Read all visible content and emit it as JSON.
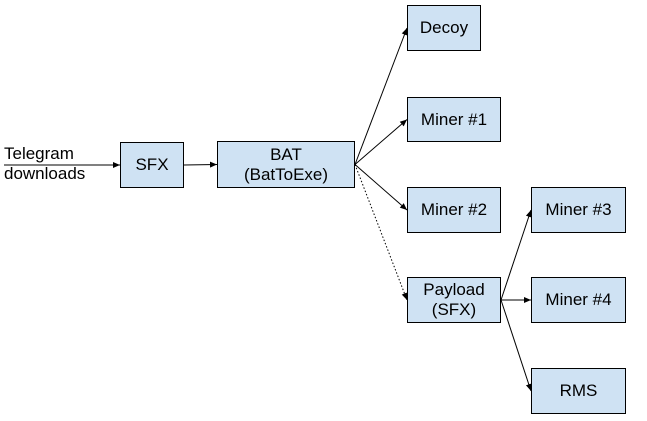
{
  "source_label": [
    "Telegram",
    "downloads"
  ],
  "colors": {
    "node_fill": "#cfe2f3",
    "stroke": "#000000"
  },
  "nodes": {
    "sfx": [
      "SFX"
    ],
    "bat": [
      "BAT",
      "(BatToExe)"
    ],
    "decoy": [
      "Decoy"
    ],
    "miner1": [
      "Miner #1"
    ],
    "miner2": [
      "Miner #2"
    ],
    "payload": [
      "Payload",
      "(SFX)"
    ],
    "miner3": [
      "Miner #3"
    ],
    "miner4": [
      "Miner #4"
    ],
    "rms": [
      "RMS"
    ]
  },
  "edges": [
    {
      "from": "source",
      "to": "sfx",
      "style": "solid"
    },
    {
      "from": "sfx",
      "to": "bat",
      "style": "solid"
    },
    {
      "from": "bat",
      "to": "decoy",
      "style": "solid"
    },
    {
      "from": "bat",
      "to": "miner1",
      "style": "solid"
    },
    {
      "from": "bat",
      "to": "miner2",
      "style": "solid"
    },
    {
      "from": "bat",
      "to": "payload",
      "style": "dotted"
    },
    {
      "from": "payload",
      "to": "miner3",
      "style": "solid"
    },
    {
      "from": "payload",
      "to": "miner4",
      "style": "solid"
    },
    {
      "from": "payload",
      "to": "rms",
      "style": "solid"
    }
  ]
}
